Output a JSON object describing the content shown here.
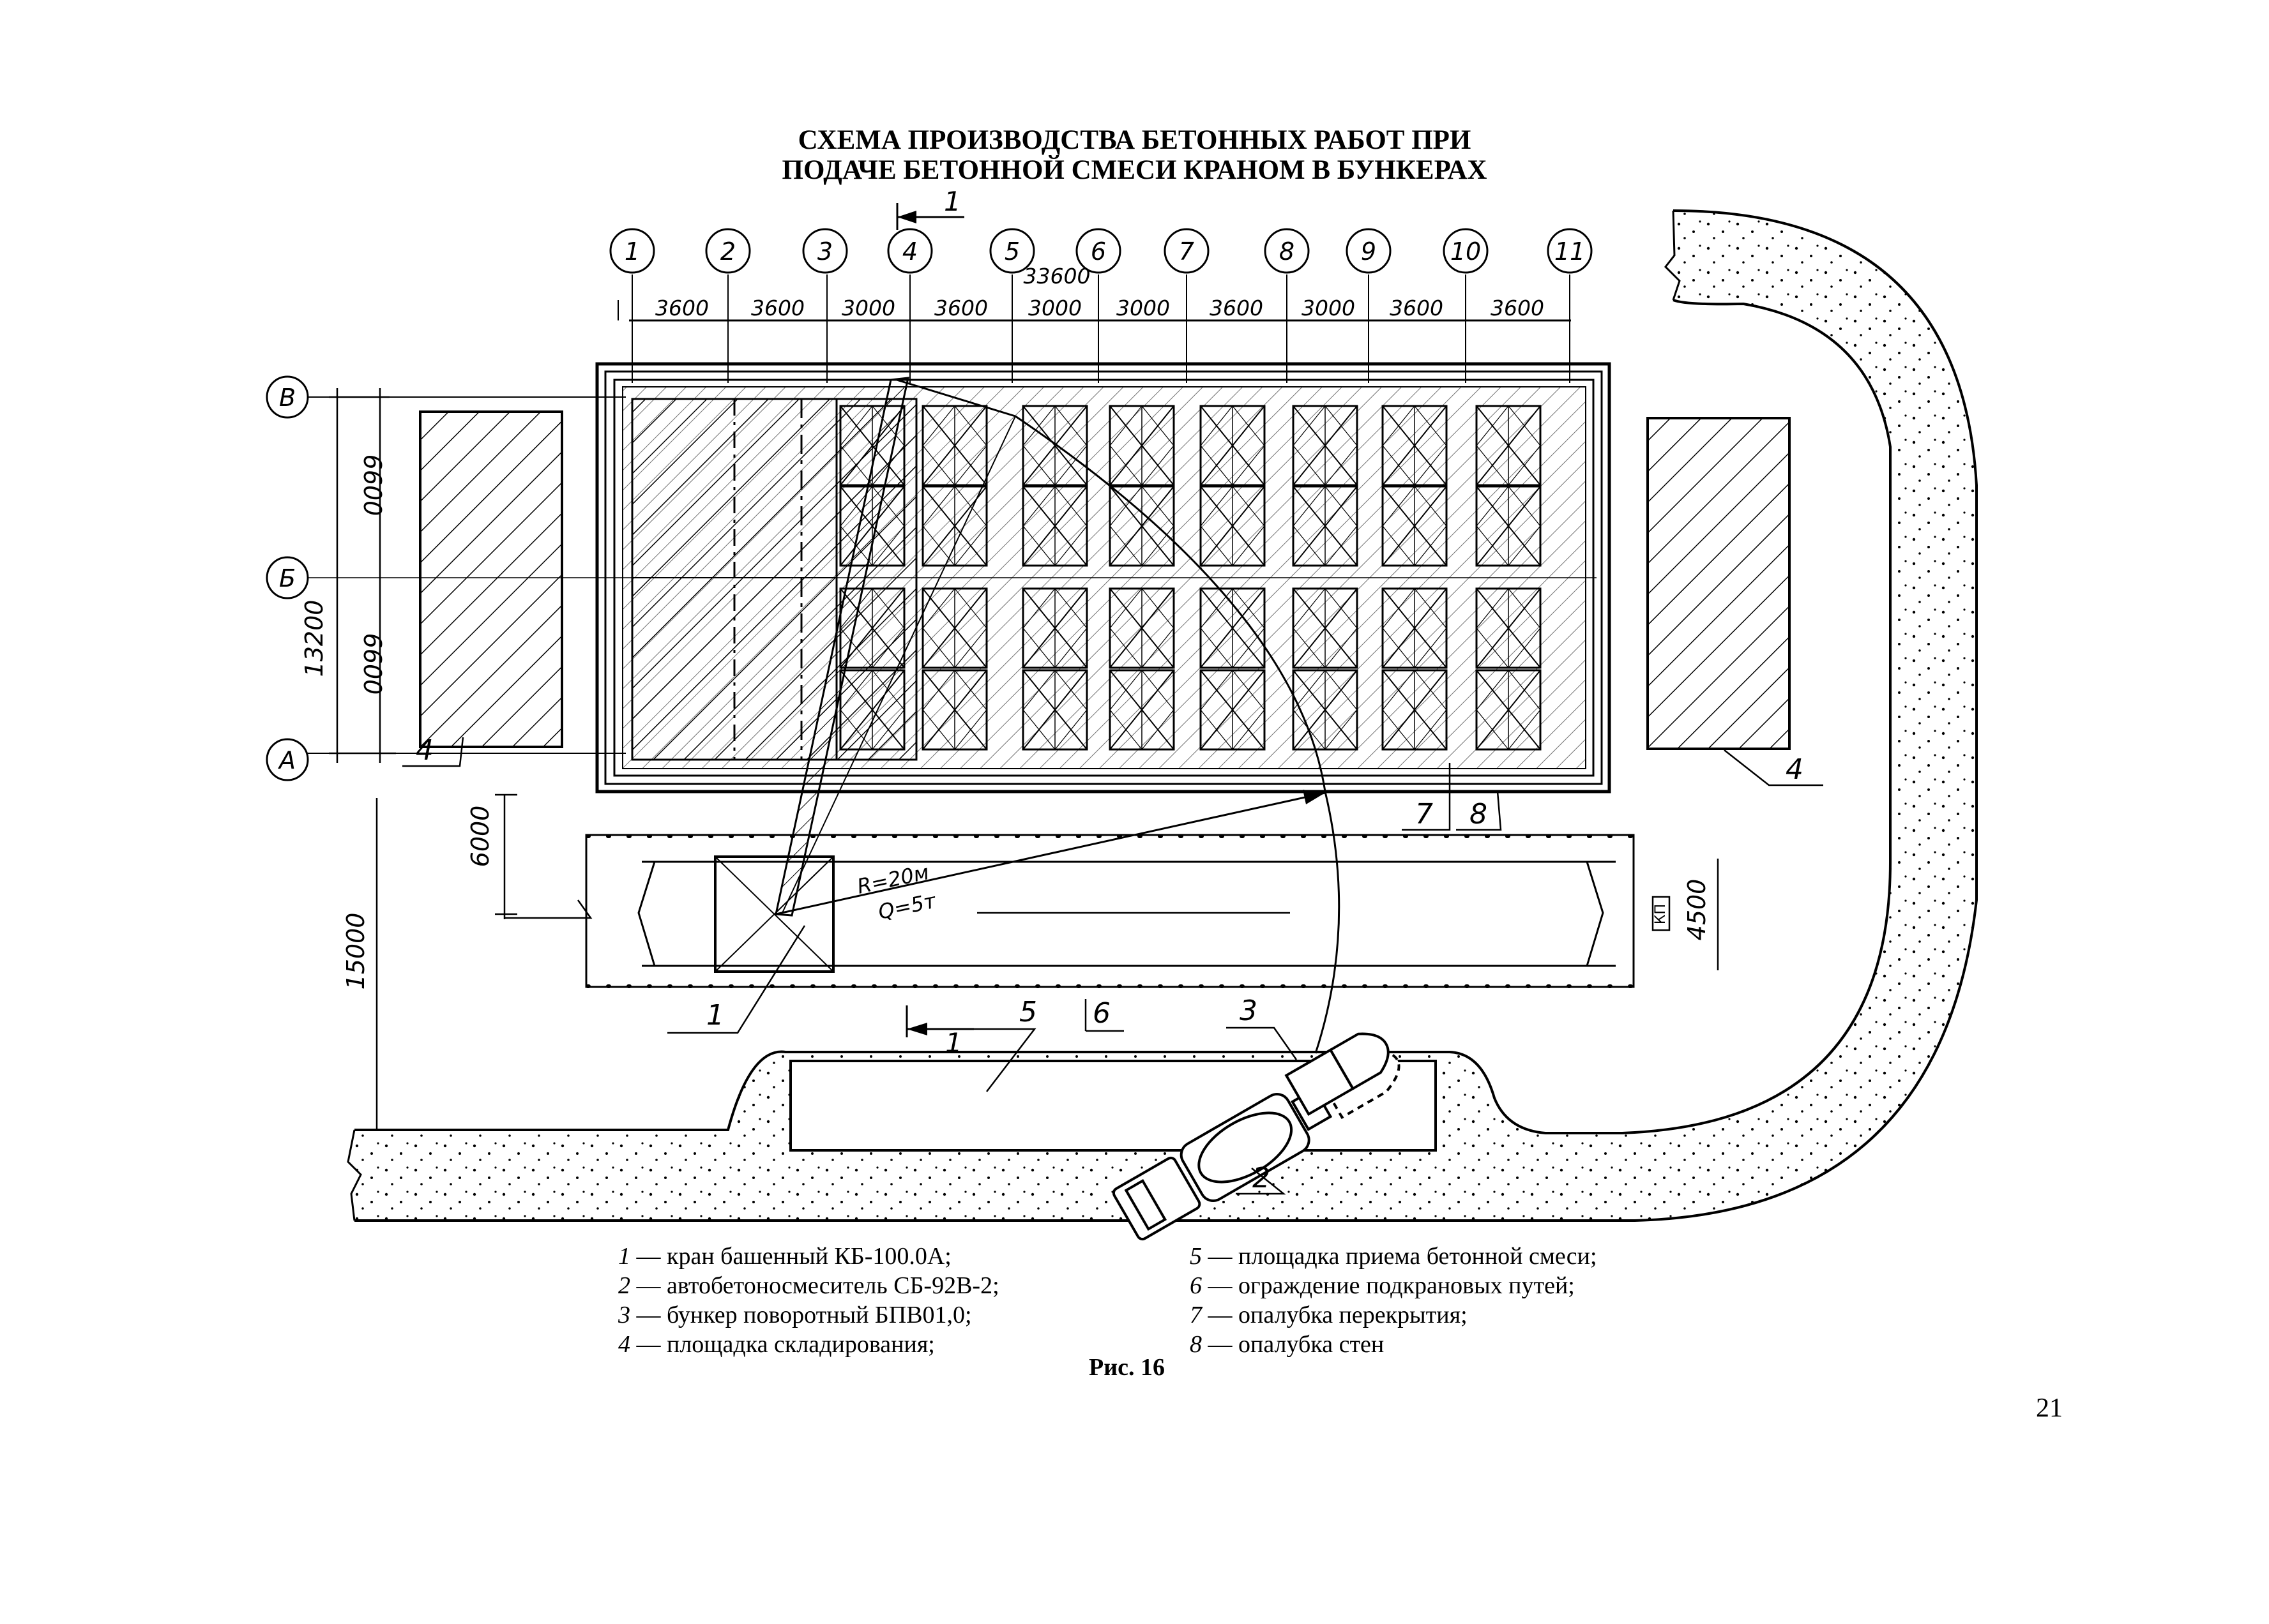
{
  "title": {
    "line1": "СХЕМА ПРОИЗВОДСТВА БЕТОННЫХ РАБОТ ПРИ",
    "line2": "ПОДАЧЕ БЕТОННОЙ СМЕСИ КРАНОМ В БУНКЕРАХ"
  },
  "axes": {
    "columns": [
      "1",
      "2",
      "3",
      "4",
      "5",
      "6",
      "7",
      "8",
      "9",
      "10",
      "11"
    ],
    "rows": [
      "В",
      "Б",
      "А"
    ]
  },
  "dimensions": {
    "overall_length": "33600",
    "column_spacings": [
      "3600",
      "3600",
      "3000",
      "3600",
      "3000",
      "3000",
      "3600",
      "3000",
      "3600",
      "3600"
    ],
    "bay_1": "6600",
    "bay_2": "6600",
    "total_width": "13200",
    "to_crane_track": "6000",
    "to_road": "15000",
    "track_width": "4500"
  },
  "crane": {
    "radius": "R=20м",
    "capacity": "Q=5т"
  },
  "section_mark": "1",
  "track_label": "КП",
  "callouts": {
    "c1": "1",
    "c2": "2",
    "c3": "3",
    "c4_left": "4",
    "c4_right": "4",
    "c5": "5",
    "c6": "6",
    "c7": "7",
    "c8": "8"
  },
  "legend": {
    "left": [
      {
        "num": "1",
        "text": " — кран башенный КБ-100.0А;"
      },
      {
        "num": "2",
        "text": " — автобетоносмеситель СБ-92В-2;"
      },
      {
        "num": "3",
        "text": " — бункер поворотный БПВ01,0;"
      },
      {
        "num": "4",
        "text": " — площадка складирования;"
      }
    ],
    "right": [
      {
        "num": "5",
        "text": " — площадка приема бетонной смеси;"
      },
      {
        "num": "6",
        "text": " — ограждение подкрановых путей;"
      },
      {
        "num": "7",
        "text": " — опалубка перекрытия;"
      },
      {
        "num": "8",
        "text": " — опалубка стен"
      }
    ]
  },
  "figure_caption": "Рис. 16",
  "page_number": "21"
}
